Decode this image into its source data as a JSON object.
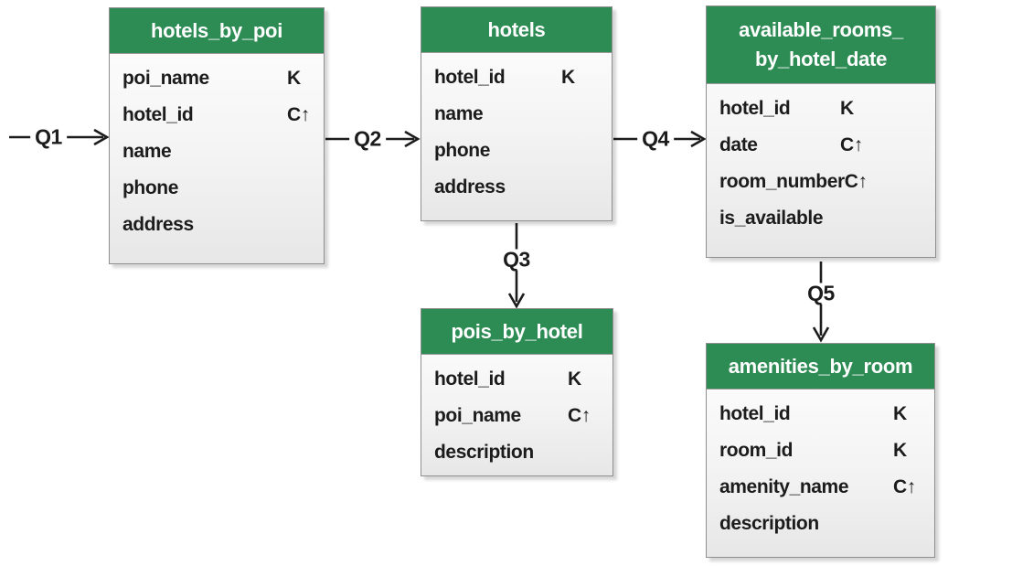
{
  "tables": {
    "hotels_by_poi": {
      "title": "hotels_by_poi",
      "rows": [
        [
          "poi_name",
          "K"
        ],
        [
          "hotel_id",
          "C↑"
        ],
        [
          "name",
          ""
        ],
        [
          "phone",
          ""
        ],
        [
          "address",
          ""
        ]
      ]
    },
    "hotels": {
      "title": "hotels",
      "rows": [
        [
          "hotel_id",
          "K"
        ],
        [
          "name",
          ""
        ],
        [
          "phone",
          ""
        ],
        [
          "address",
          ""
        ]
      ]
    },
    "available_rooms_by_hotel_date": {
      "title_line1": "available_rooms_",
      "title_line2": "by_hotel_date",
      "rows": [
        [
          "hotel_id",
          "K"
        ],
        [
          "date",
          "C↑"
        ],
        [
          "room_number",
          "C↑"
        ],
        [
          "is_available",
          ""
        ]
      ]
    },
    "pois_by_hotel": {
      "title": "pois_by_hotel",
      "rows": [
        [
          "hotel_id",
          "K"
        ],
        [
          "poi_name",
          "C↑"
        ],
        [
          "description",
          ""
        ]
      ]
    },
    "amenities_by_room": {
      "title": "amenities_by_room",
      "rows": [
        [
          "hotel_id",
          "K"
        ],
        [
          "room_id",
          "K"
        ],
        [
          "amenity_name",
          "C↑"
        ],
        [
          "description",
          ""
        ]
      ]
    }
  },
  "queries": {
    "q1": "Q1",
    "q2": "Q2",
    "q3": "Q3",
    "q4": "Q4",
    "q5": "Q5"
  },
  "key_symbols": {
    "partition_key": "K",
    "clustering_column_ascending": "C↑"
  },
  "colors": {
    "table_header_green": "#2d8b54",
    "text": "#1c1c1c",
    "table_border": "#8f8f8f"
  }
}
